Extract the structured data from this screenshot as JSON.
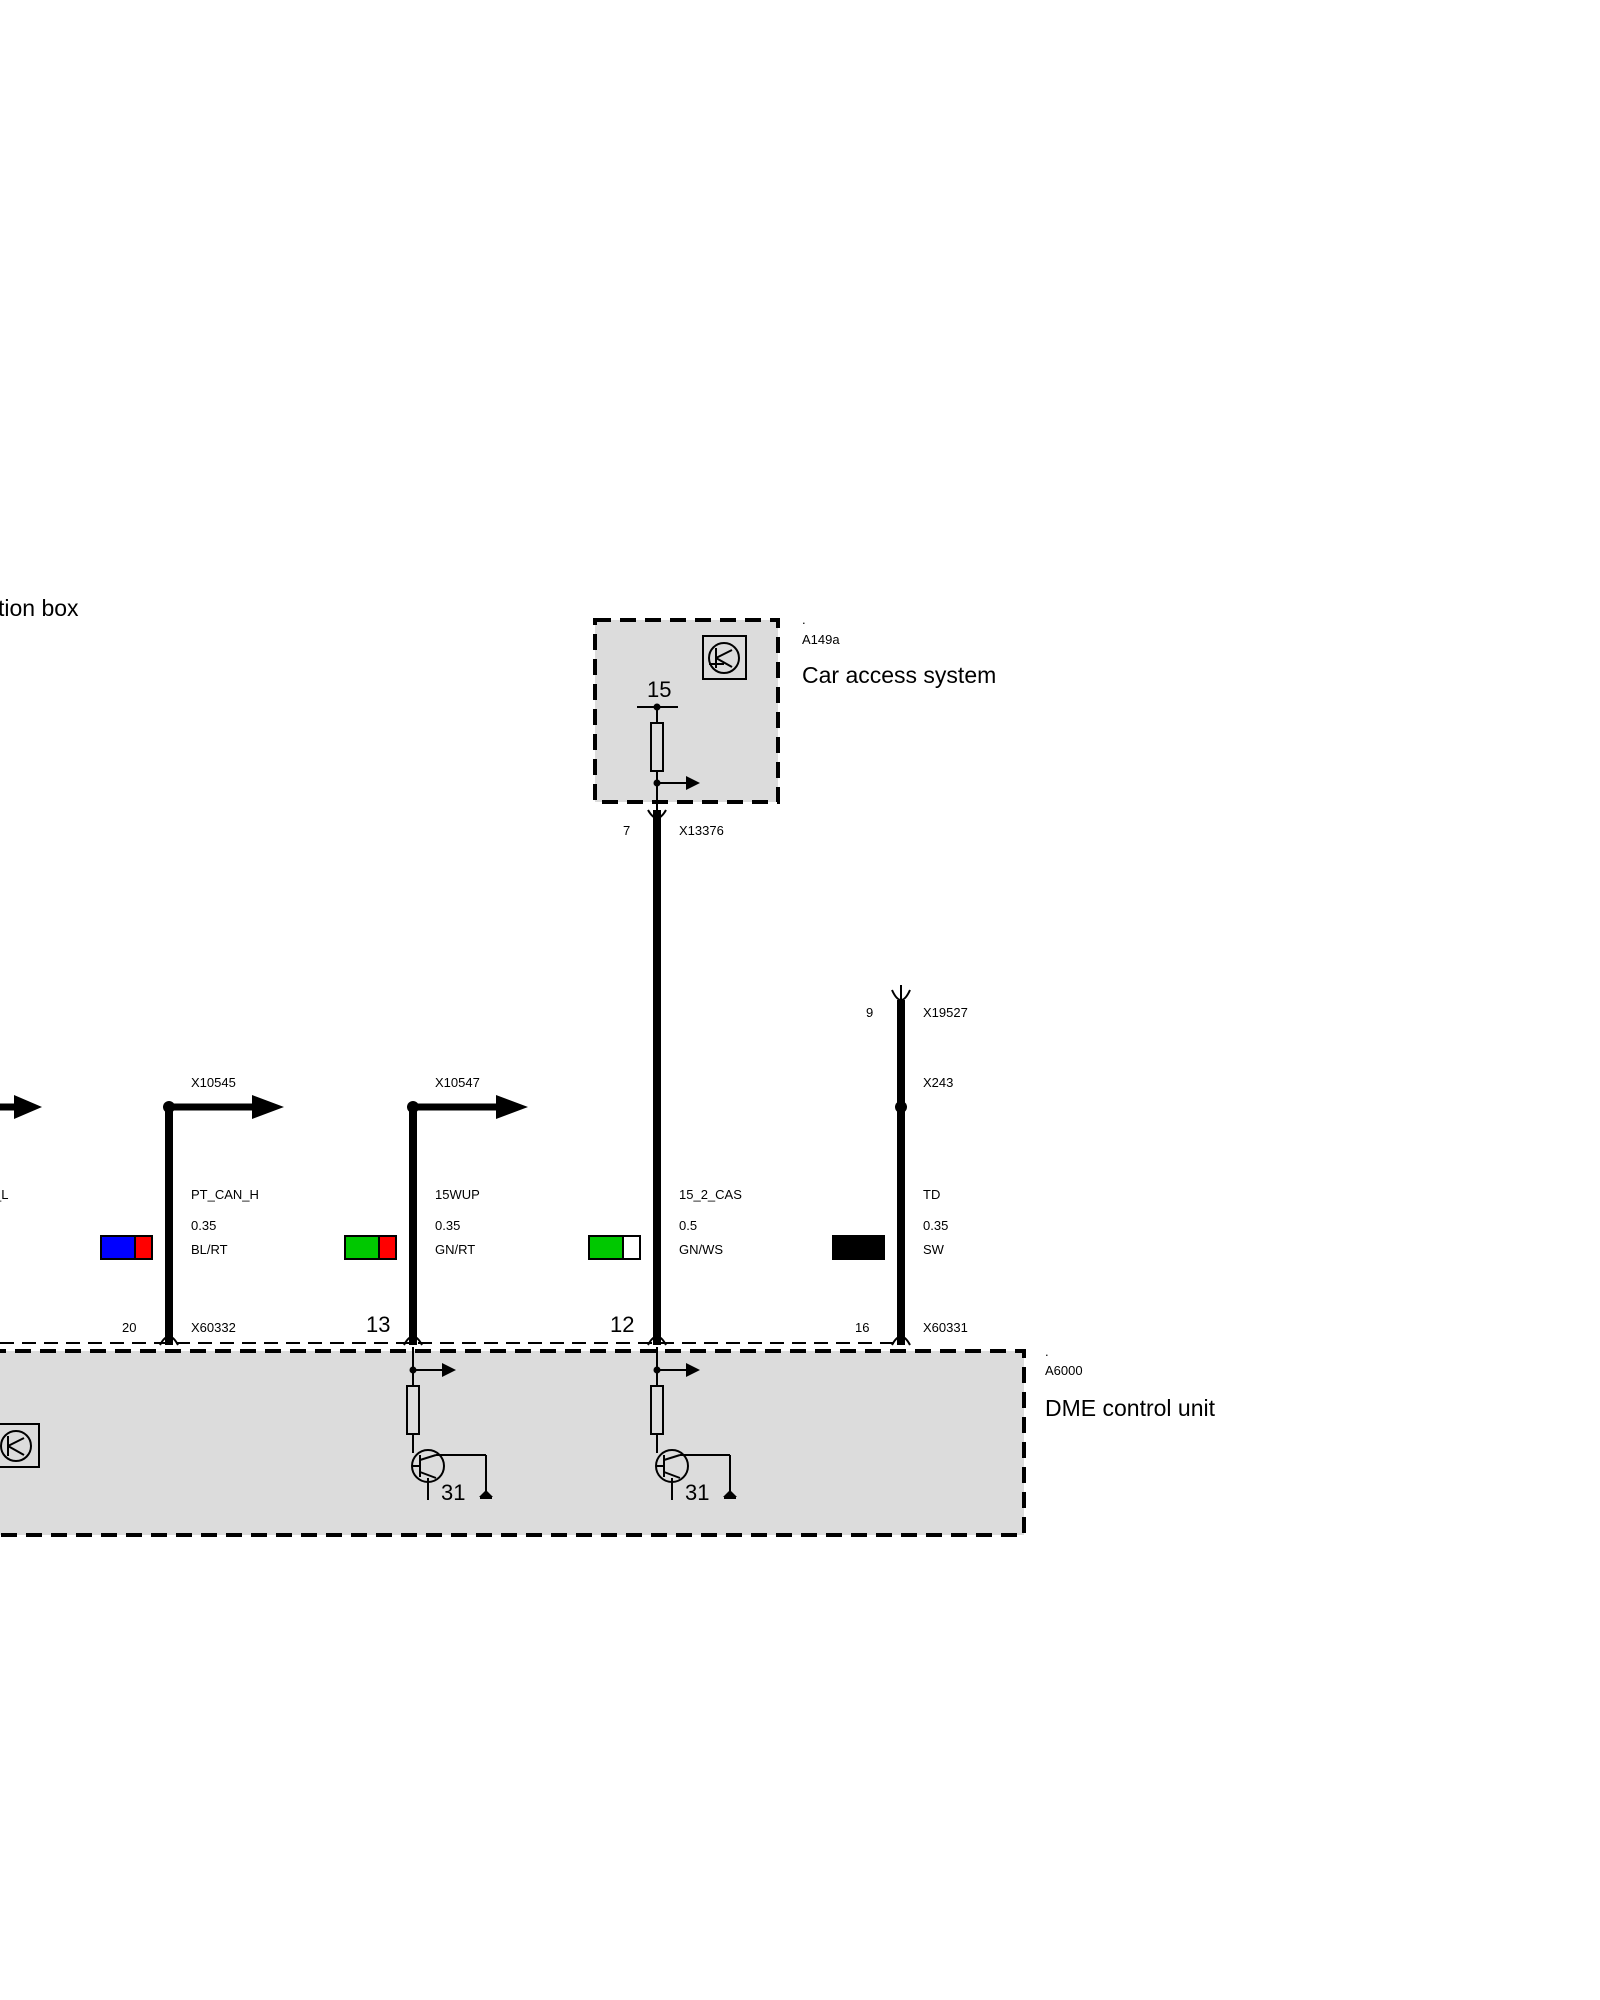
{
  "partial_label": "tion box",
  "car_access": {
    "dot": ".",
    "id": "A149a",
    "name": "Car access system",
    "terminal": "15"
  },
  "dme": {
    "dot": ".",
    "id": "A6000",
    "name": "DME control unit"
  },
  "connectors": {
    "cas_pin": "7",
    "cas_conn": "X13376",
    "td_pin": "9",
    "td_conn": "X19527",
    "td_splice": "X243",
    "x10545": "X10545",
    "x10547": "X10547",
    "left_pin": "20",
    "left_conn": "X60332",
    "pin13": "13",
    "pin12": "12",
    "right_pin": "16",
    "right_conn": "X60331",
    "ground1": "31",
    "ground2": "31"
  },
  "wires": [
    {
      "signal": "PT_CAN_H",
      "size": "0.35",
      "code": "BL/RT",
      "colors": [
        "#0000ff",
        "#ff0000"
      ]
    },
    {
      "signal": "15WUP",
      "size": "0.35",
      "code": "GN/RT",
      "colors": [
        "#00c800",
        "#ff0000"
      ]
    },
    {
      "signal": "15_2_CAS",
      "size": "0.5",
      "code": "GN/WS",
      "colors": [
        "#00c800",
        "#ffffff"
      ]
    },
    {
      "signal": "TD",
      "size": "0.35",
      "code": "SW",
      "colors": [
        "#000000",
        "#000000"
      ]
    }
  ],
  "partial_signal": "_L",
  "colors": {
    "box_fill": "#dcdcdc"
  }
}
